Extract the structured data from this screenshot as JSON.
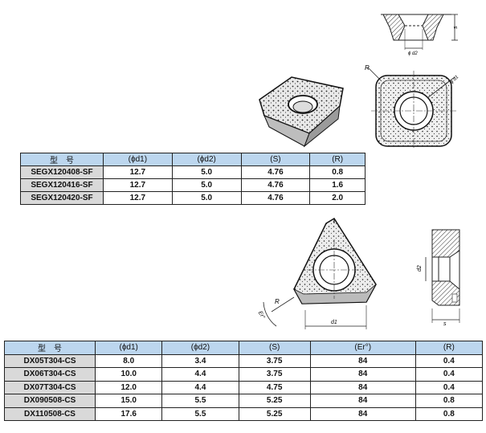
{
  "table1": {
    "headers": [
      "型　号",
      "(ϕd1)",
      "(ϕd2)",
      "(S)",
      "(R)"
    ],
    "rows": [
      [
        "SEGX120408-SF",
        "12.7",
        "5.0",
        "4.76",
        "0.8"
      ],
      [
        "SEGX120416-SF",
        "12.7",
        "5.0",
        "4.76",
        "1.6"
      ],
      [
        "SEGX120420-SF",
        "12.7",
        "5.0",
        "4.76",
        "2.0"
      ]
    ]
  },
  "table2": {
    "headers": [
      "型　号",
      "(ϕd1)",
      "(ϕd2)",
      "(S)",
      "(Er°)",
      "(R)"
    ],
    "rows": [
      [
        "DX05T304-CS",
        "8.0",
        "3.4",
        "3.75",
        "84",
        "0.4"
      ],
      [
        "DX06T304-CS",
        "10.0",
        "4.4",
        "3.75",
        "84",
        "0.4"
      ],
      [
        "DX07T304-CS",
        "12.0",
        "4.4",
        "4.75",
        "84",
        "0.4"
      ],
      [
        "DX090508-CS",
        "15.0",
        "5.5",
        "5.25",
        "84",
        "0.8"
      ],
      [
        "DX110508-CS",
        "17.6",
        "5.5",
        "5.25",
        "84",
        "0.8"
      ]
    ]
  },
  "drawing_labels": {
    "top_s": "s",
    "top_d2": "ϕ d2",
    "square_r": "R",
    "square_d1": "ϕ d1",
    "tri_r": "R",
    "tri_er": "Er°",
    "tri_d1": "d1",
    "side_d2": "d2",
    "side_s": "s"
  }
}
